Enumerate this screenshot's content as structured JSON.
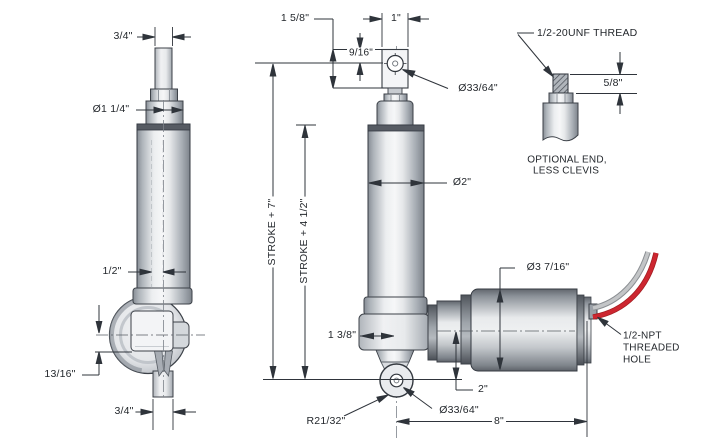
{
  "side_view": {
    "dim_rod_width": "3/4\"",
    "dim_collar_dia": "Ø1 1/4\"",
    "dim_shaft": "1/2\"",
    "dim_offset": "13/16\"",
    "dim_tab_width": "3/4\""
  },
  "front_view": {
    "dim_clevis_depth": "1 5/8\"",
    "dim_clevis_width": "1\"",
    "dim_hole_offset": "9/16\"",
    "dim_top_hole_dia": "Ø33/64\"",
    "dim_extended": "STROKE + 7\"",
    "dim_retracted": "STROKE + 4 1/2\"",
    "dim_cyl_dia": "Ø2\"",
    "dim_gear_offset": "1 3/8\"",
    "dim_clevis_radius": "R21/32\"",
    "dim_bottom_hole_dia": "Ø33/64\"",
    "dim_motor_center": "2\"",
    "dim_overall_length": "8\"",
    "dim_motor_dia": "Ø3 7/16\""
  },
  "motor_callout": {
    "line1": "1/2-NPT",
    "line2": "THREADED",
    "line3": "HOLE"
  },
  "detail_view": {
    "thread_callout": "1/2-20UNF THREAD",
    "dim_thread_length": "5/8\"",
    "caption_line1": "OPTIONAL END,",
    "caption_line2": "LESS CLEVIS"
  },
  "colors": {
    "line": "#2f343b",
    "wire_red": "#cd2630",
    "wire_gray": "#c3c5c7"
  }
}
